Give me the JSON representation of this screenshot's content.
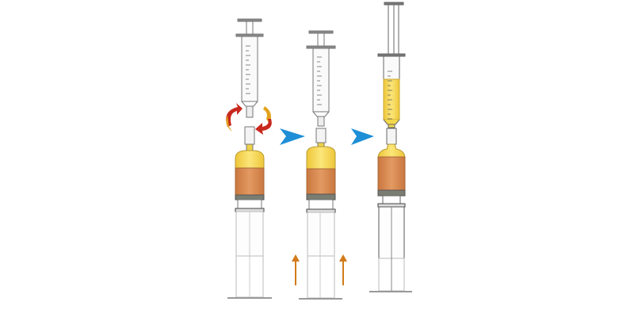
{
  "colors": {
    "background": "#ffffff",
    "outline": "#6b6b6b",
    "liquid_yellow": "#f3d84a",
    "vial_orange": "#d9894f",
    "vial_band": "#7a7d72",
    "step_arrow_blue": "#1e8fd6",
    "rotate_arrow_red": "#c8281e",
    "rotate_arrow_gold": "#e3a21c",
    "push_arrow_orange": "#d27a1a"
  },
  "steps": [
    {
      "id": "connect",
      "icon": "rotate-arrows"
    },
    {
      "id": "ready",
      "icon": "push-up-arrows"
    },
    {
      "id": "draw-liquid",
      "icon": "filled-syringe"
    }
  ]
}
